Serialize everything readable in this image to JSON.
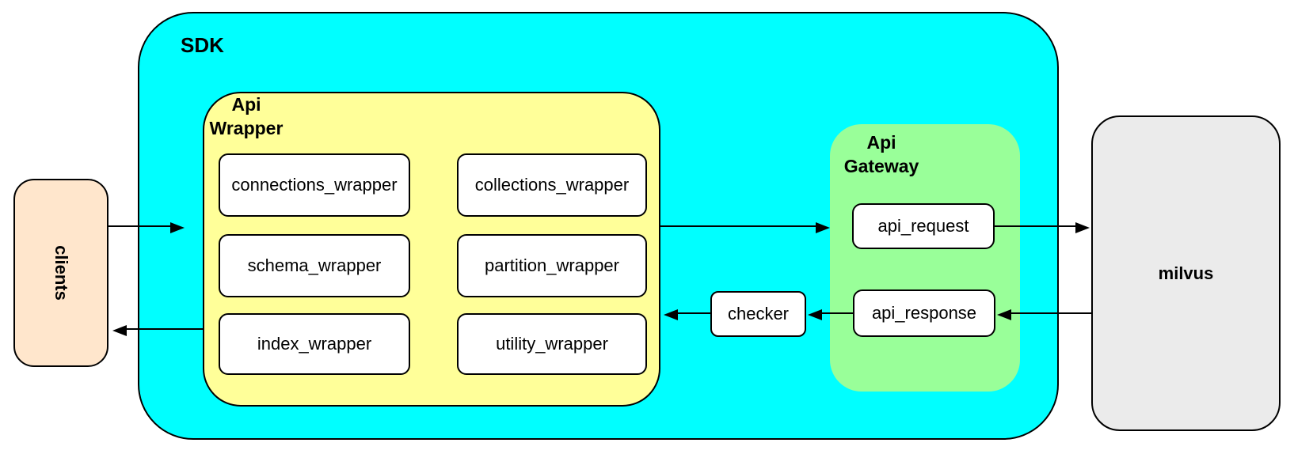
{
  "diagram": {
    "nodes": {
      "clients": "clients",
      "sdk": "SDK",
      "api_wrapper": {
        "line1": "Api",
        "line2": "Wrapper"
      },
      "wrappers": [
        "connections_wrapper",
        "collections_wrapper",
        "schema_wrapper",
        "partition_wrapper",
        "index_wrapper",
        "utility_wrapper"
      ],
      "api_gateway": {
        "line1": "Api",
        "line2": "Gateway"
      },
      "gateway_boxes": [
        "api_request",
        "api_response"
      ],
      "checker": "checker",
      "milvus": "milvus"
    },
    "edges": [
      {
        "from": "clients",
        "to": "SDK"
      },
      {
        "from": "Api Wrapper",
        "to": "clients"
      },
      {
        "from": "Api Wrapper",
        "to": "Api Gateway"
      },
      {
        "from": "api_request",
        "to": "milvus"
      },
      {
        "from": "milvus",
        "to": "api_response"
      },
      {
        "from": "api_response",
        "to": "checker"
      },
      {
        "from": "checker",
        "to": "Api Wrapper"
      }
    ],
    "colors": {
      "background": "#ffffff",
      "border": "#000000",
      "sdk_fill": "#00ffff",
      "api_wrapper_fill": "#ffff99",
      "api_gateway_fill": "#99ff99",
      "clients_fill": "#ffe6cc",
      "milvus_fill": "#ebebeb",
      "node_fill": "#ffffff"
    }
  }
}
